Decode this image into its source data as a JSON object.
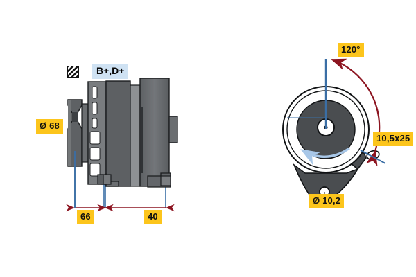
{
  "drawing": {
    "title": "Alternator technical dimension drawing",
    "background_color": "#ffffff",
    "label_color": "#fcc51c",
    "terminal_label_color": "#cfe2f3",
    "dimension_line_color": "#8c1420",
    "extension_line_color": "#3a6ea5",
    "rotation_arrow_color": "#a8c7e8",
    "body_dark": "#4f5255",
    "body_mid": "#6b6e71",
    "body_light": "#8b8e91"
  },
  "labels": {
    "pulley_diameter": "Ø 68",
    "dim_66": "66",
    "dim_40": "40",
    "terminal": "B+,D+",
    "angle_120": "120°",
    "slot_size": "10,5x25",
    "bolt_hole_diameter": "Ø 10,2"
  },
  "icons": {
    "hatch_swatch": "hatched-square-icon"
  },
  "views": {
    "side_view": {
      "name": "side-elevation-view",
      "features": [
        "v-belt-pulley",
        "cooling-slots",
        "stator-housing",
        "mounting-feet",
        "terminal-block"
      ]
    },
    "front_view": {
      "name": "front-elevation-view",
      "features": [
        "pulley-circle",
        "rotor-hub",
        "center-bore",
        "rotation-arrow",
        "mounting-lug-bottom",
        "adjustment-slot-right"
      ]
    }
  },
  "chart_data": {
    "type": "table",
    "title": "Alternator dimensions",
    "categories": [
      "Ø 68",
      "66",
      "40",
      "120°",
      "10,5x25",
      "Ø 10,2"
    ],
    "values": [
      68,
      66,
      40,
      120,
      10.5,
      10.2
    ],
    "units": [
      "mm",
      "mm",
      "mm",
      "deg",
      "mm",
      "mm"
    ],
    "xlabel": "",
    "ylabel": ""
  }
}
